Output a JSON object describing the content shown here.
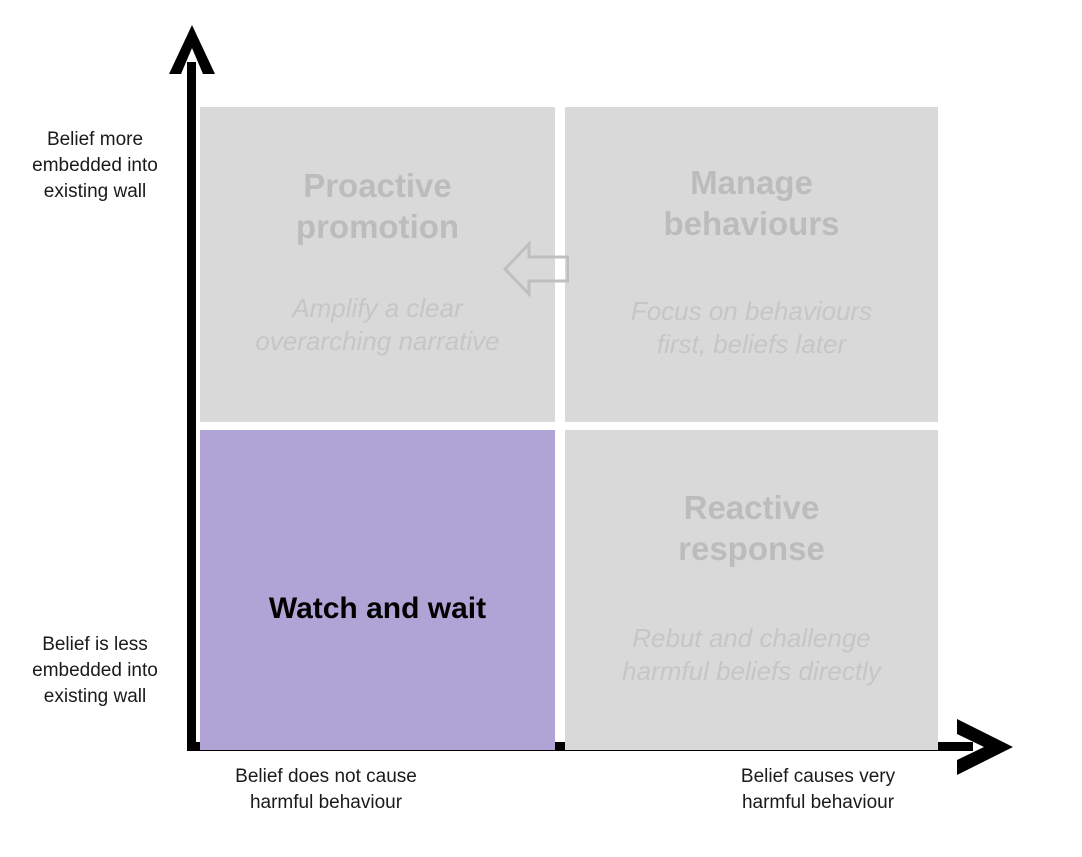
{
  "diagram": {
    "type": "2x2-matrix",
    "colors": {
      "neutral_cell": "#D9D9D9",
      "highlight_cell": "#B0A3D6",
      "neutral_text": "#BCBCBC",
      "highlight_text": "#000000",
      "axis": "#000000"
    }
  },
  "axes": {
    "y": {
      "high_label": "Belief more\nembedded into\nexisting wall",
      "low_label": "Belief is less\nembedded into\nexisting wall"
    },
    "x": {
      "low_label": "Belief does not cause\nharmful behaviour",
      "high_label": "Belief causes very\nharmful behaviour"
    }
  },
  "quadrants": [
    {
      "id": "proactive-promotion",
      "position": "top-left",
      "title": "Proactive\npromotion",
      "subtitle": "Amplify a clear\noverarching narrative",
      "highlighted": false
    },
    {
      "id": "manage-behaviours",
      "position": "top-right",
      "title": "Manage\nbehaviours",
      "subtitle": "Focus on behaviours\nfirst, beliefs later",
      "highlighted": false
    },
    {
      "id": "watch-and-wait",
      "position": "bottom-left",
      "title": "Watch and wait",
      "subtitle": "",
      "highlighted": true
    },
    {
      "id": "reactive-response",
      "position": "bottom-right",
      "title": "Reactive\nresponse",
      "subtitle": "Rebut and challenge\nharmful beliefs directly",
      "highlighted": false
    }
  ],
  "flow": {
    "direction": "left",
    "from": "manage-behaviours",
    "to": "proactive-promotion"
  }
}
